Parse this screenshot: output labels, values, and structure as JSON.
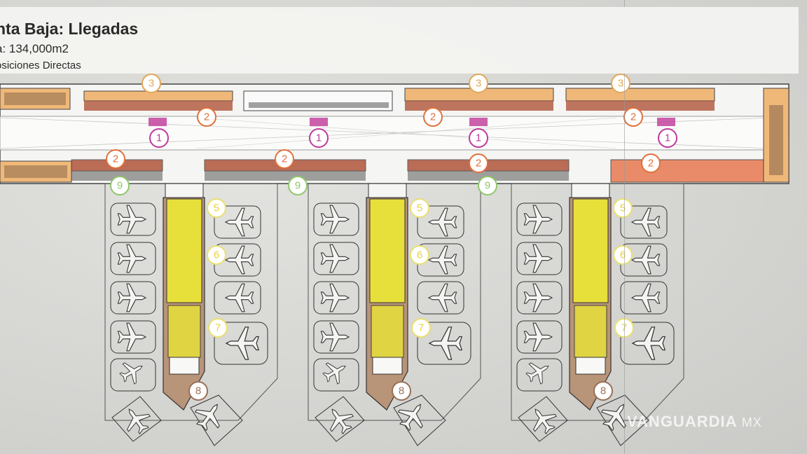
{
  "header": {
    "title": "nta Baja: Llegadas",
    "area": "a: 134,000m2",
    "positions": "osiciones Directas"
  },
  "badges": {
    "one": "1",
    "two": "2",
    "three": "3",
    "five": "5",
    "six": "6",
    "seven": "7",
    "eight": "8",
    "nine": "9"
  },
  "watermark": "VANGUARDIA",
  "watermark_suffix": "MX",
  "colors": {
    "badge_1": "#c0399a",
    "badge_2": "#e0703a",
    "badge_3": "#e0a85a",
    "badge_5_6_7": "#e8e070",
    "badge_8": "#9a7058",
    "badge_9": "#8ec86a",
    "pier_yellow": "#e8e03a",
    "orange_band": "#f0b878",
    "brown": "#9a7058"
  }
}
